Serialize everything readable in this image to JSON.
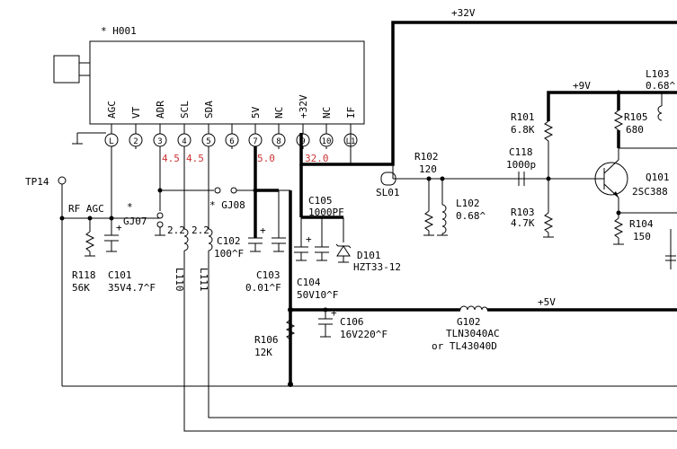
{
  "module": {
    "designator": "* H001",
    "pins": [
      {
        "num": "1",
        "name": "AGC",
        "voltage": ""
      },
      {
        "num": "2",
        "name": "VT",
        "voltage": ""
      },
      {
        "num": "3",
        "name": "ADR",
        "voltage": "4.5"
      },
      {
        "num": "4",
        "name": "SCL",
        "voltage": "4.5"
      },
      {
        "num": "5",
        "name": "SDA",
        "voltage": ""
      },
      {
        "num": "6",
        "name": "",
        "voltage": ""
      },
      {
        "num": "7",
        "name": "5V",
        "voltage": "5.0"
      },
      {
        "num": "8",
        "name": "NC",
        "voltage": ""
      },
      {
        "num": "9",
        "name": "+32V",
        "voltage": "32.0"
      },
      {
        "num": "10",
        "name": "NC",
        "voltage": ""
      },
      {
        "num": "11",
        "name": "IF",
        "voltage": ""
      }
    ]
  },
  "rails": {
    "v32": "+32V",
    "v9": "+9V",
    "v5": "+5V"
  },
  "components": {
    "tp14": "TP14",
    "rf_agc": "RF AGC",
    "gj07": "GJ07",
    "gj07_star": "*",
    "gj08": "* GJ08",
    "r118": {
      "ref": "R118",
      "value": "56K"
    },
    "c101": {
      "ref": "C101",
      "value": "35V4.7^F"
    },
    "l110": "L110",
    "l111": "L111",
    "c102": {
      "ref": "C102",
      "value": "100^F"
    },
    "c103": {
      "ref": "C103",
      "value": "0.01^F"
    },
    "c104": {
      "ref": "C104",
      "value": "50V10^F"
    },
    "c105": {
      "ref": "C105",
      "value": "1000PF"
    },
    "d101": {
      "ref": "D101",
      "value": "HZT33-12"
    },
    "sl01": "SL01",
    "r102": {
      "ref": "R102",
      "value": "120"
    },
    "l102": {
      "ref": "L102",
      "value": "0.68^"
    },
    "c118": {
      "ref": "C118",
      "value": "1000p"
    },
    "r101": {
      "ref": "R101",
      "value": "6.8K"
    },
    "r103": {
      "ref": "R103",
      "value": "4.7K"
    },
    "r105": {
      "ref": "R105",
      "value": "680"
    },
    "l103": {
      "ref": "L103",
      "value": "0.68^"
    },
    "q101": {
      "ref": "Q101",
      "value": "2SC388"
    },
    "r104": {
      "ref": "R104",
      "value": "150"
    },
    "c106": {
      "ref": "C106",
      "value": "16V220^F"
    },
    "r106": {
      "ref": "R106",
      "value": "12K"
    },
    "g102": {
      "ref": "G102",
      "value": "TLN3040AC",
      "alt": "or TL43040D"
    },
    "coil_22a": "2.2",
    "coil_22b": "2.2"
  }
}
